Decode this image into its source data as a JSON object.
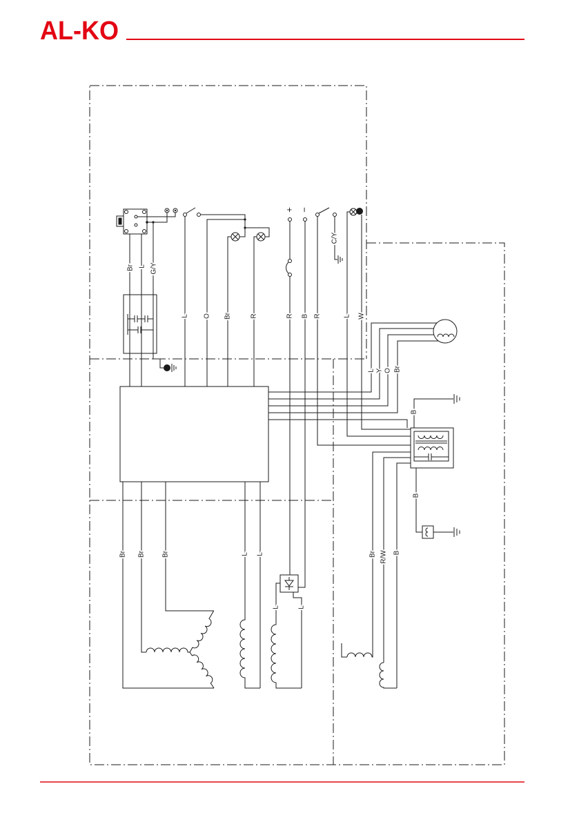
{
  "header": {
    "logo_text": "AL-KO"
  },
  "colors": {
    "brand": "#e30613"
  },
  "diagram": {
    "top_labels": [
      "Br",
      "L",
      "G/Y"
    ],
    "mid_labels": [
      "L",
      "O",
      "Br",
      "R",
      "R",
      "B",
      "R",
      "L",
      "W"
    ],
    "ground_label": "C/Y",
    "polarity": [
      "+",
      "−"
    ],
    "motor_labels": [
      "L",
      "Y",
      "O",
      "Br"
    ],
    "b_labels": [
      "B",
      "B"
    ],
    "bottom_labels": [
      "Br",
      "Br",
      "Br",
      "L",
      "L",
      "Br",
      "R/W",
      "B"
    ],
    "rectifier_labels": [
      "L",
      "L"
    ]
  }
}
